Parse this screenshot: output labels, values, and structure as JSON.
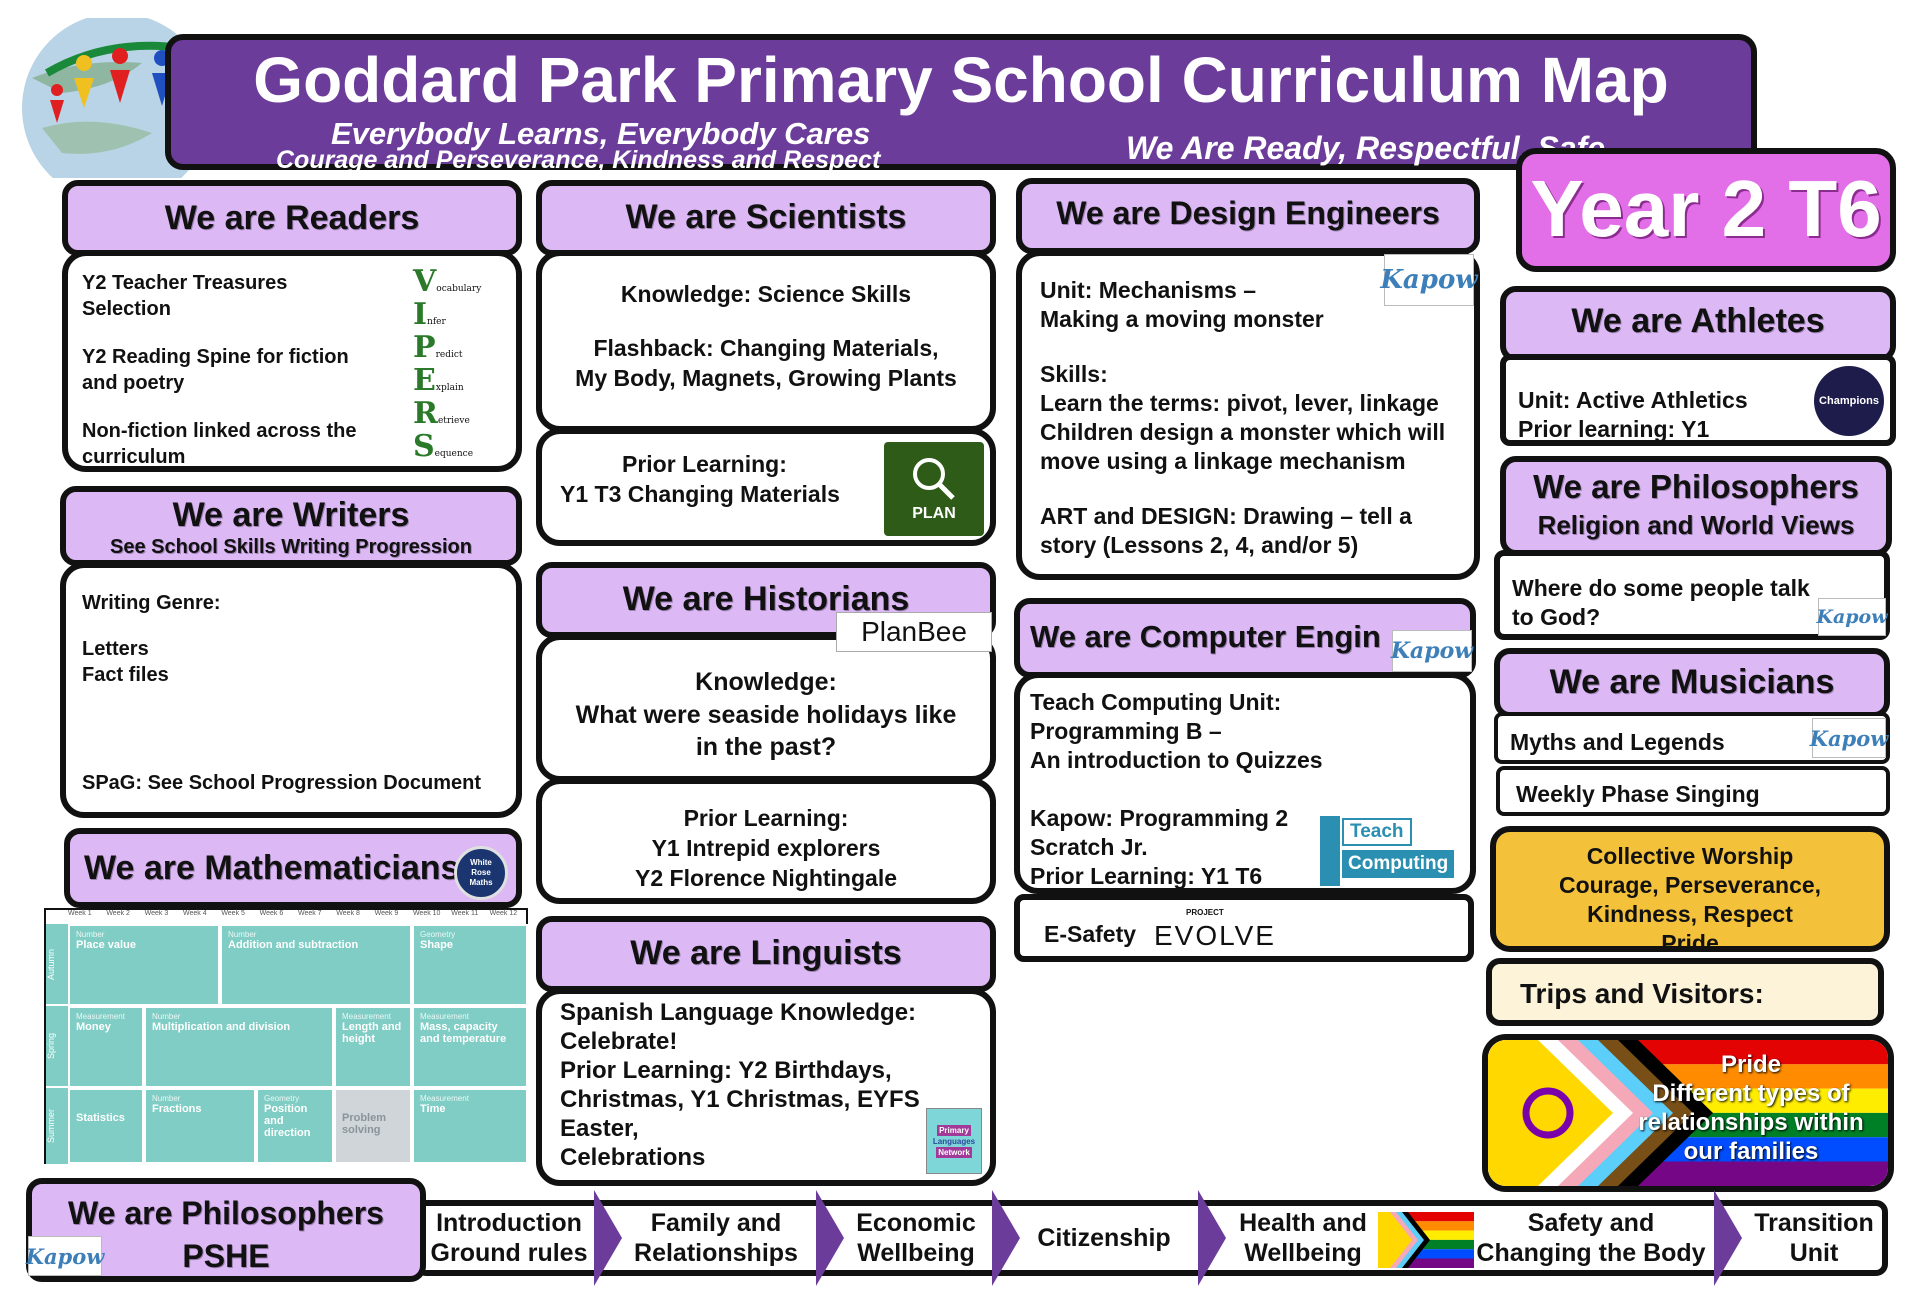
{
  "header": {
    "title": "Goddard Park Primary School Curriculum Map",
    "motto_left_1": "Everybody Learns, Everybody Cares",
    "motto_left_2": "Courage and Perseverance, Kindness and Respect",
    "motto_right": "We Are Ready, Respectful, Safe",
    "year_badge": "Year 2 T6"
  },
  "readers": {
    "title": "We are Readers",
    "lines": [
      "Y2 Teacher Treasures",
      "Selection",
      "Y2 Reading Spine for fiction",
      "and poetry",
      "Non-fiction linked across the",
      "curriculum"
    ],
    "vipers": [
      "ocabulary",
      "nfer",
      "redict",
      "xplain",
      "etrieve",
      "equence"
    ],
    "vipers_letters": [
      "V",
      "I",
      "P",
      "E",
      "R",
      "S"
    ]
  },
  "writers": {
    "title": "We are Writers",
    "subtitle": "See School Skills Writing Progression",
    "genre_label": "Writing Genre:",
    "genres": [
      "Letters",
      "Fact files"
    ],
    "spag": "SPaG: See School Progression Document"
  },
  "maths": {
    "title": "We are Mathematicians",
    "logo": [
      "White",
      "Rose",
      "Maths"
    ],
    "weeks": [
      "Week 1",
      "Week 2",
      "Week 3",
      "Week 4",
      "Week 5",
      "Week 6",
      "Week 7",
      "Week 8",
      "Week 9",
      "Week 10",
      "Week 11",
      "Week 12"
    ],
    "terms": [
      "Autumn",
      "Spring",
      "Summer"
    ],
    "cells": {
      "a1_cat": "Number",
      "a1": "Place value",
      "a2_cat": "Number",
      "a2": "Addition and subtraction",
      "a3_cat": "Geometry",
      "a3": "Shape",
      "s1_cat": "Measurement",
      "s1": "Money",
      "s2_cat": "Number",
      "s2": "Multiplication and division",
      "s3_cat": "Measurement",
      "s3": "Length and height",
      "s4_cat": "Measurement",
      "s4": "Mass, capacity and temperature",
      "u1": "Statistics",
      "u2_cat": "Number",
      "u2": "Fractions",
      "u3_cat": "Geometry",
      "u3": "Position and direction",
      "u4": "Problem solving",
      "u5_cat": "Measurement",
      "u5": "Time"
    }
  },
  "scientists": {
    "title": "We are Scientists",
    "knowledge": "Knowledge: Science Skills",
    "flashback_1": "Flashback: Changing Materials,",
    "flashback_2": "My Body, Magnets, Growing Plants",
    "prior_label": "Prior Learning:",
    "prior": "Y1 T3 Changing Materials",
    "plan_logo": "PLAN"
  },
  "historians": {
    "title": "We are Historians",
    "logo": "PlanBee",
    "knowledge_label": "Knowledge:",
    "knowledge_1": "What were seaside holidays like",
    "knowledge_2": "in the past?",
    "prior_label": "Prior Learning:",
    "prior_1": "Y1 Intrepid explorers",
    "prior_2": "Y2 Florence Nightingale"
  },
  "linguists": {
    "title": "We are Linguists",
    "lines": [
      "Spanish Language Knowledge:",
      "Celebrate!",
      "Prior Learning: Y2 Birthdays,",
      "Christmas, Y1 Christmas, EYFS",
      "Easter,",
      "Celebrations"
    ],
    "logo": [
      "Primary",
      "Languages",
      "Network"
    ]
  },
  "design": {
    "title": "We are Design Engineers",
    "logo": "Kapow",
    "unit_1": "Unit: Mechanisms –",
    "unit_2": "Making a moving  monster",
    "skills_label": "Skills:",
    "skills_1": "Learn the terms: pivot, lever, linkage",
    "skills_2": "Children design a monster which will",
    "skills_3": "move using a linkage mechanism",
    "art_1": "ART and DESIGN: Drawing – tell a",
    "art_2": "story (Lessons 2, 4, and/or 5)"
  },
  "computing": {
    "title": "We are Computer Engin",
    "logo": "Kapow",
    "unit_1": "Teach Computing Unit:",
    "unit_2": "Programming B –",
    "unit_3": "An introduction to  Quizzes",
    "kapow_1": "Kapow: Programming 2",
    "kapow_2": "Scratch Jr.",
    "prior": "Prior Learning: Y1 T6",
    "teach_logo_1": "Teach",
    "teach_logo_2": "Computing",
    "esafety": "E-Safety",
    "evolve_small": "PROJECT",
    "evolve": "EVOLVE"
  },
  "athletes": {
    "title": "We are Athletes",
    "unit": "Unit: Active Athletics",
    "prior": "Prior learning: Y1",
    "logo": "Champions"
  },
  "philosophers_rwv": {
    "title": "We are Philosophers",
    "subtitle": "Religion and World Views",
    "question_1": "Where do some people talk",
    "question_2": "to God?",
    "logo": "Kapow"
  },
  "musicians": {
    "title": "We are Musicians",
    "unit": "Myths and Legends",
    "logo": "Kapow",
    "singing": "Weekly Phase Singing"
  },
  "worship": {
    "lines": [
      "Collective Worship",
      "Courage, Perseverance,",
      "Kindness, Respect",
      "Pride"
    ]
  },
  "trips": {
    "label": "Trips and Visitors:"
  },
  "pride": {
    "lines": [
      "Pride",
      "Different types of",
      "relationships within",
      "our families"
    ]
  },
  "pshe": {
    "title_1": "We are Philosophers",
    "title_2": "PSHE",
    "logo": "Kapow",
    "steps": [
      [
        "Introduction",
        "Ground rules"
      ],
      [
        "Family and",
        "Relationships"
      ],
      [
        "Economic",
        "Wellbeing"
      ],
      [
        "Citizenship",
        ""
      ],
      [
        "Health and",
        "Wellbeing"
      ],
      [
        "Safety and",
        "Changing the Body"
      ],
      [
        "Transition",
        "Unit"
      ]
    ]
  },
  "colors": {
    "header_purple": "#6c3c9a",
    "lilac": "#dcb8f5",
    "badge_pink": "#e26ee8",
    "worship_yellow": "#f3c13a",
    "trips_cream": "#fdf3d8",
    "maths_teal": "#7fcdc4"
  }
}
